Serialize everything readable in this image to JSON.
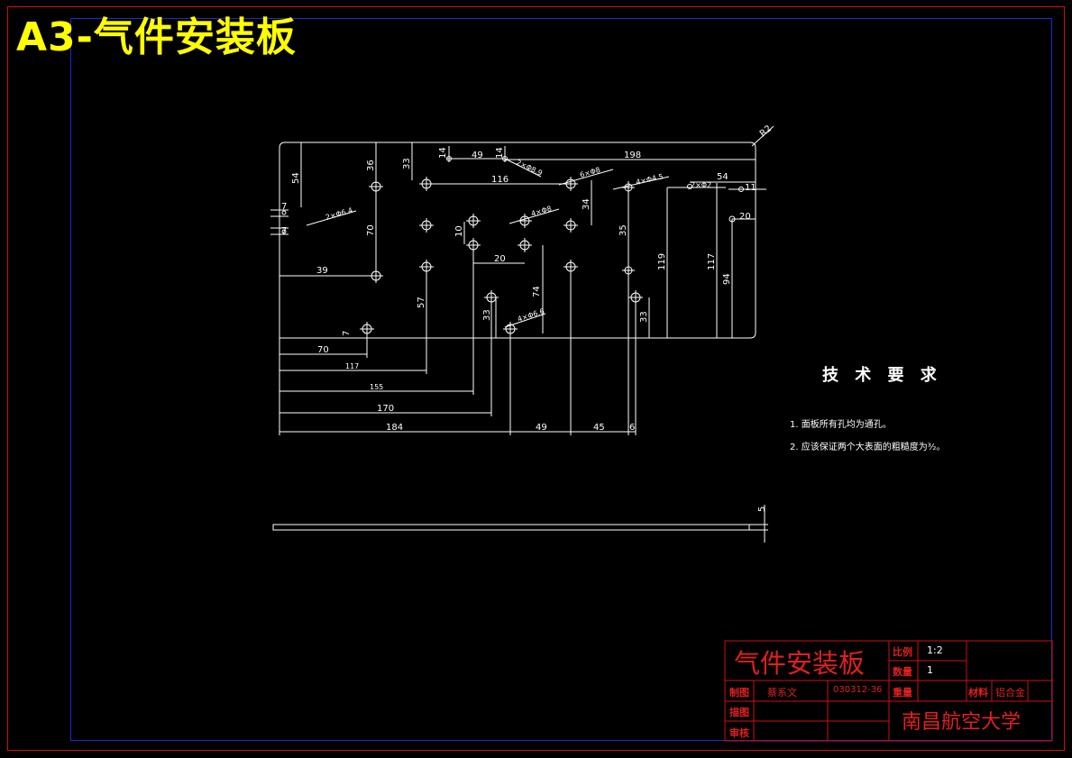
{
  "sheet": {
    "title": "A3-气件安装板",
    "border_color": "#d01010",
    "inner_border_color": "#1a2bd0",
    "title_color": "#ffff00"
  },
  "drawing": {
    "corner_radius_label": "R2",
    "hole_callouts": [
      "2×Φ6.4",
      "2×Φ8.9",
      "6×Φ8",
      "4×Φ4.5",
      "2×Φ2",
      "4×Φ8",
      "4×Φ6.6"
    ],
    "dimensions": {
      "top_row": [
        "49",
        "198",
        "116",
        "54",
        "11",
        "20"
      ],
      "left_side": [
        "54",
        "36",
        "33",
        "14",
        "7",
        "7",
        "70",
        "39",
        "57",
        "7"
      ],
      "middle": [
        "10",
        "20",
        "34",
        "35",
        "74",
        "33",
        "33",
        "119",
        "117",
        "94",
        "14"
      ],
      "bottom_chain": [
        "70",
        "117",
        "155",
        "170",
        "184",
        "49",
        "45",
        "6"
      ],
      "thickness": "5"
    }
  },
  "requirements": {
    "heading": "技 术 要 求",
    "items": [
      "1. 面板所有孔均为通孔。",
      "2. 应该保证两个大表面的粗糙度为³⁄₂。"
    ]
  },
  "title_block": {
    "part_name": "气件安装板",
    "scale_label": "比例",
    "scale_value": "1:2",
    "qty_label": "数量",
    "qty_value": "1",
    "drawn_label": "制图",
    "drawn_by": "蔡系文",
    "drawing_no": "030312-36",
    "weight_label": "重量",
    "material_label": "材料",
    "material_value": "铝合金",
    "traced_label": "描图",
    "checked_label": "审核",
    "school": "南昌航空大学"
  }
}
